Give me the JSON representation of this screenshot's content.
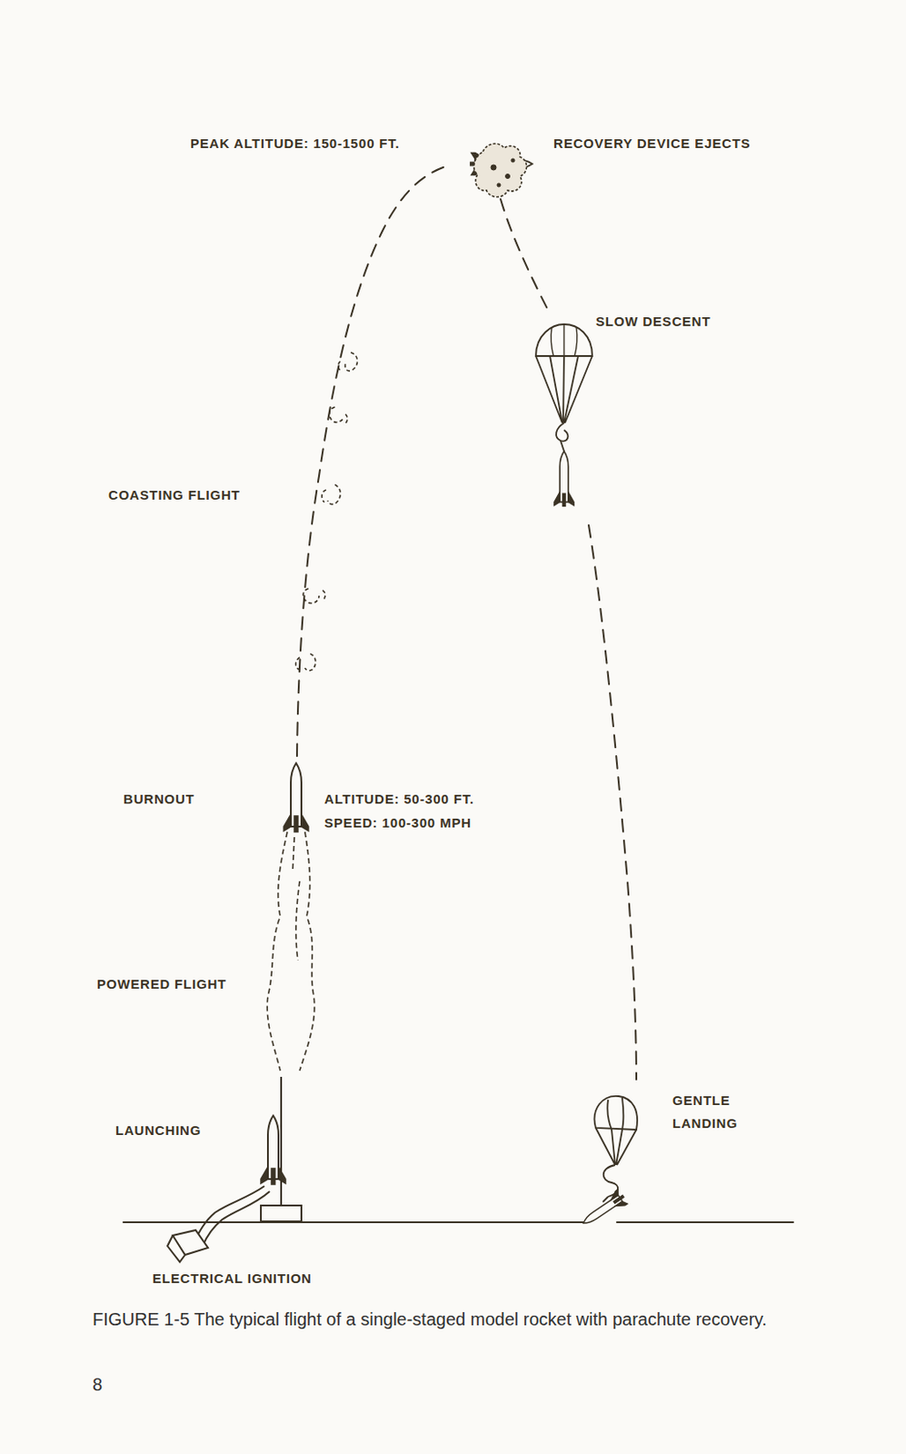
{
  "diagram": {
    "caption": "FIGURE 1-5 The typical flight of a single-staged model rocket with parachute recovery.",
    "labels": [
      "PEAK ALTITUDE: 150-1500 FT.",
      "RECOVERY DEVICE EJECTS",
      "SLOW DESCENT",
      "COASTING FLIGHT",
      "BURNOUT",
      "ALTITUDE: 50-300 FT.",
      "SPEED: 100-300 MPH",
      "POWERED FLIGHT",
      "LAUNCHING",
      "GENTLE LANDING",
      "ELECTRICAL IGNITION",
      "8"
    ]
  }
}
